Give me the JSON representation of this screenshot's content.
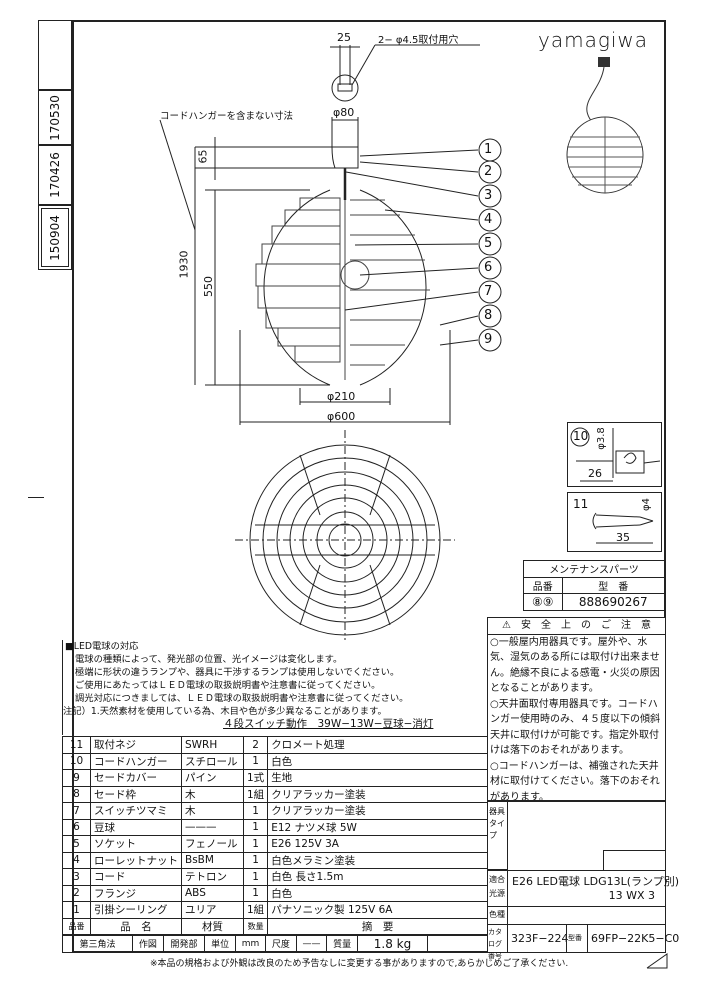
{
  "revisions": [
    "150904",
    "170426",
    "170530",
    ""
  ],
  "logo": "yamagiwa",
  "drawing": {
    "dim_25": "25",
    "mount_hole": "2− φ4.5取付用穴",
    "dim_phi80": "φ80",
    "note_hanger": "コードハンガーを含まない寸法",
    "dim_65": "65",
    "dim_1930": "1930",
    "dim_550": "550",
    "dim_phi210": "φ210",
    "dim_phi600": "φ600",
    "callouts": [
      "1",
      "2",
      "3",
      "4",
      "5",
      "6",
      "7",
      "8",
      "9"
    ]
  },
  "details": {
    "d10": {
      "no": "10",
      "dia": "φ3.8",
      "len": "26"
    },
    "d11": {
      "no": "11",
      "dia": "φ4",
      "len": "35"
    }
  },
  "maintenance": {
    "title": "メンテナンスパーツ",
    "col_no": "品番",
    "col_model": "型　番",
    "parts": "⑧⑨",
    "model": "888690267"
  },
  "safety": {
    "title": "⚠　安　全　上　の　ご　注　意",
    "items": [
      "○一般屋内用器具です。屋外や、水気、湿気のある所には取付け出来ません。絶縁不良による感電・火災の原因となることがあります。",
      "○天井面取付専用器具です。コードハンガー使用時のみ、４５度以下の傾斜天井に取付けが可能です。指定外取付けは落下のおそれがあります。",
      "○コードハンガーは、補強された天井材に取付けてください。落下のおそれがあります。"
    ]
  },
  "notes": {
    "title": "■LED電球の対応",
    "lines": [
      "電球の種類によって、発光部の位置、光イメージは変化します。",
      "極端に形状の違うランプや、器具に干渉するランプは使用しないでください。",
      "ご使用にあたってはＬＥＤ電球の取扱説明書や注意書に従ってください。",
      "調光対応につきましては、ＬＥＤ電球の取扱説明書や注意書に従ってください。"
    ],
    "remark": "注記）1.天然素材を使用している為、木目や色が多少異なることがあります。",
    "switch": "４段スイッチ動作　39W−13W−豆球−消灯"
  },
  "parts": [
    {
      "no": "11",
      "name": "取付ネジ",
      "material": "SWRH",
      "qty": "2",
      "summary": "クロメート処理"
    },
    {
      "no": "10",
      "name": "コードハンガー",
      "material": "スチロール",
      "qty": "1",
      "summary": "白色"
    },
    {
      "no": "9",
      "name": "セードカバー",
      "material": "パイン",
      "qty": "1式",
      "summary": "生地"
    },
    {
      "no": "8",
      "name": "セード枠",
      "material": "木",
      "qty": "1組",
      "summary": "クリアラッカー塗装"
    },
    {
      "no": "7",
      "name": "スイッチツマミ",
      "material": "木",
      "qty": "1",
      "summary": "クリアラッカー塗装"
    },
    {
      "no": "6",
      "name": "豆球",
      "material": "———",
      "qty": "1",
      "summary": "E12 ナツメ球 5W"
    },
    {
      "no": "5",
      "name": "ソケット",
      "material": "フェノール",
      "qty": "1",
      "summary": "E26 125V 3A"
    },
    {
      "no": "4",
      "name": "ローレットナット",
      "material": "BsBM",
      "qty": "1",
      "summary": "白色メラミン塗装"
    },
    {
      "no": "3",
      "name": "コード",
      "material": "テトロン",
      "qty": "1",
      "summary": "白色 長さ1.5m"
    },
    {
      "no": "2",
      "name": "フランジ",
      "material": "ABS",
      "qty": "1",
      "summary": "白色"
    },
    {
      "no": "1",
      "name": "引掛シーリング",
      "material": "ユリア",
      "qty": "1組",
      "summary": "パナソニック製 125V 6A"
    }
  ],
  "parts_header": {
    "no": "品番",
    "name": "品　名",
    "material": "材質",
    "qty": "数量",
    "summary": "摘　要"
  },
  "footer": {
    "projection": "第三角法",
    "drawn": "作図",
    "dept": "開発部",
    "unit_label": "単位",
    "unit": "mm",
    "scale_label": "尺度",
    "scale": "——",
    "mass_label": "質量",
    "mass": "1.8 kg"
  },
  "spec": {
    "type_label": "器具タイプ",
    "source_label": "適合光源",
    "source": "E26 LED電球 LDG13L(ランプ別)",
    "source2": "13 WX 3",
    "color_label": "色種",
    "catalog_label": "カタログ番号",
    "catalog": "323F−224",
    "model_label": "型番",
    "model": "69FP−22K5−C0"
  },
  "disclaimer": "※本品の規格および外観は改良のため予告なしに変更する事がありますので,あらかじめご了承ください."
}
